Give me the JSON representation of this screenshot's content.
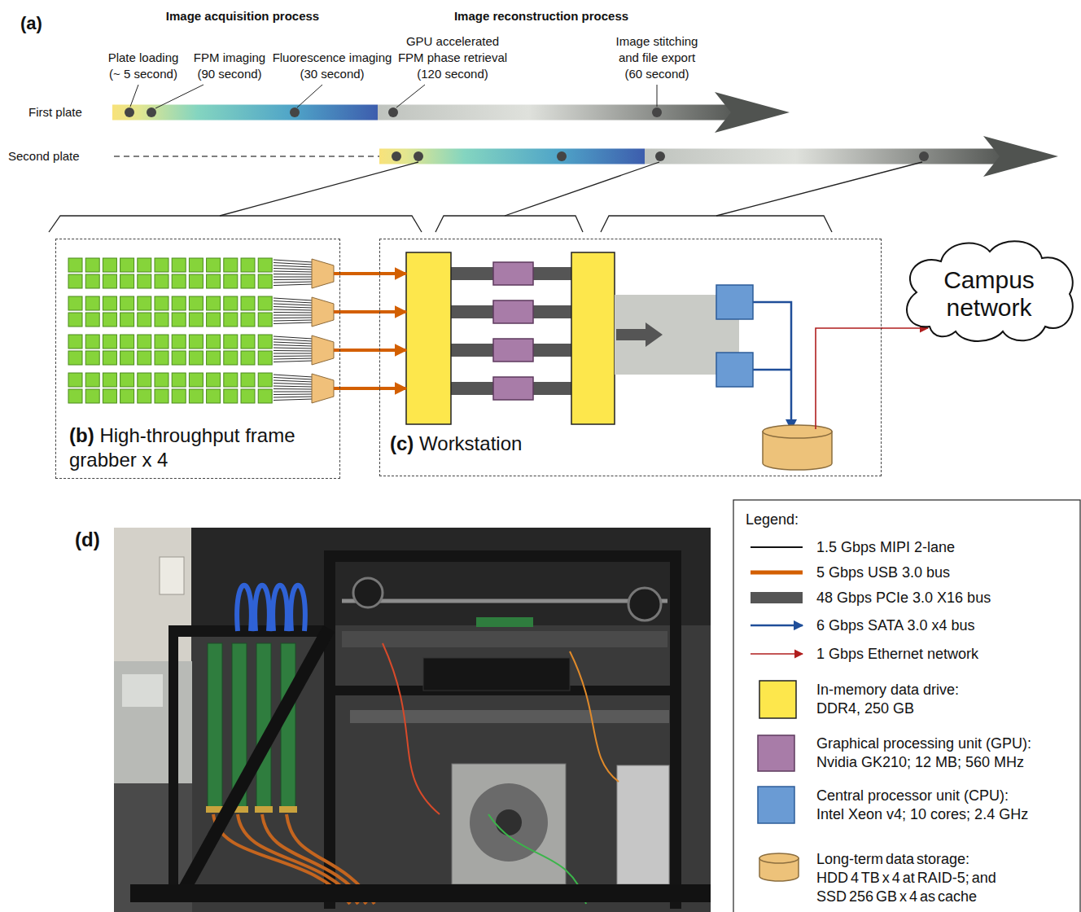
{
  "diagram": {
    "nodes": [
      {
        "text": [
          "(b)",
          "High-throughput frame grabber x 4"
        ]
      },
      {
        "text": [
          "(c)",
          "Workstation"
        ]
      },
      {
        "text": [
          "Campus network"
        ]
      }
    ],
    "edges": [
      {
        "from": 0,
        "to": 1,
        "arrow": "to"
      },
      {
        "from": 0,
        "to": 1,
        "arrow": "to"
      },
      {
        "from": 0,
        "to": 1,
        "arrow": "to"
      },
      {
        "from": 0,
        "to": 1,
        "arrow": "to"
      },
      {
        "from": 1,
        "to": 2,
        "arrow": "to"
      }
    ],
    "labels": [
      "(a)",
      "Image acquisition process",
      "Image reconstruction process",
      "Plate loading (~ 5 second)",
      "FPM imaging (90 second)",
      "Fluorescence imaging (30 second)",
      "GPU accelerated FPM phase retrieval (120 second)",
      "Image stitching and file export (60 second)",
      "First plate",
      "Second plate",
      "(d)",
      "Legend:"
    ],
    "legend": [
      {
        "text": "1.5 Gbps MIPI 2-lane"
      },
      {
        "text": "5 Gbps USB 3.0 bus"
      },
      {
        "text": "48 Gbps PCIe 3.0 X16 bus"
      },
      {
        "text": "6 Gbps SATA 3.0 x4 bus"
      },
      {
        "text": "1 Gbps Ethernet network"
      },
      {
        "text": "In-memory data drive: DDR4, 250 GB",
        "color": "#fde74c"
      },
      {
        "text": "Graphical processing unit (GPU): Nvidia GK210; 12 MB; 560 MHz",
        "color": "#a87ca8"
      },
      {
        "text": "Central processor unit (CPU): Intel Xeon v4; 10 cores; 2.4 GHz",
        "color": "#6a9bd4"
      },
      {
        "text": "Long-term data storage: HDD 4 TB x 4 at RAID-5; and SSD 256 GB x 4 as cache",
        "color": "#edc27a"
      }
    ]
  }
}
